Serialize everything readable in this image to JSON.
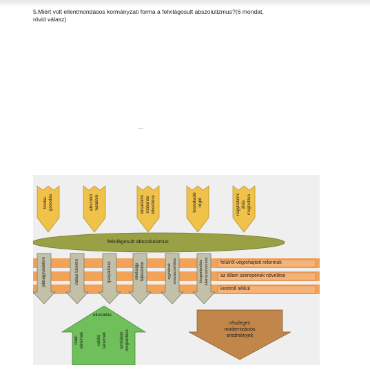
{
  "question": {
    "line1": "5.Miért volt ellentmondásos kormányzati forma a felvilágosult abszolutizmus?(6 mondat,",
    "line2": "rövid válasz)"
  },
  "diagram": {
    "top_arrows": [
      {
        "l1": "felvilá-",
        "l2": "gosodás"
      },
      {
        "l1": "abszolút",
        "l2": "hatalom"
      },
      {
        "l1": "társadalmi",
        "l2": "robbanás",
        "l3": "elkerülése"
      },
      {
        "l1": "leszakadó",
        "l2": "régió"
      },
      {
        "l1": "nagyhatalmi",
        "l2": "állás",
        "l3": "megtartása"
      }
    ],
    "ellipse_label": "felvilágosult abszolutizmus",
    "down_arrows": [
      {
        "l1": "jobbágyvédelem"
      },
      {
        "l1": "vallási türelem"
      },
      {
        "l1": "iparpártolás"
      },
      {
        "l1": "iskolaügy",
        "l2": "fejlesztése"
      },
      {
        "l1": "egyházak",
        "l2": "visszaszorítása"
      },
      {
        "l1": "központosítás",
        "l2": "államszervezése"
      }
    ],
    "stripe_labels": [
      "felülről végrehajtott reformok",
      "az állam szerepének növelése",
      "kontroll nélkül"
    ],
    "ellenallas": {
      "title": "ellenállás",
      "items": [
        {
          "l1": "rendi",
          "l2": "sérelmek"
        },
        {
          "l1": "vallási",
          "l2": "sérelmek"
        },
        {
          "l1": "szokások",
          "l2": "megsértése"
        }
      ]
    },
    "result": {
      "l1": "részleges",
      "l2": "modernizációs",
      "l3": "eredmények"
    }
  },
  "colors": {
    "yellow_arrow": "#f0c24a",
    "ellipse": "#9aa044",
    "stripe": "#f2a35a",
    "grey_arrow": "#c2c0a8",
    "green_arrow": "#6fbf5a",
    "brown_arrow": "#c0864a"
  }
}
